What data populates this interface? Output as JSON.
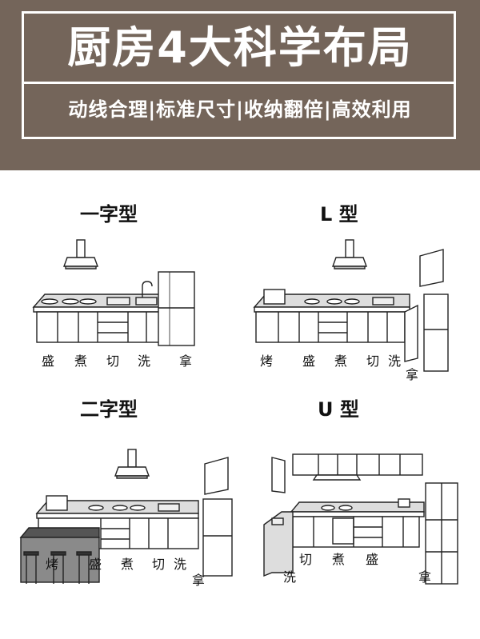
{
  "header": {
    "title": "厨房4大科学布局",
    "subtitle": "动线合理|标准尺寸|收纳翻倍|高效利用"
  },
  "panels": [
    {
      "title": "一字型",
      "labels": [
        "盛",
        "煮",
        "切",
        "洗",
        "拿"
      ]
    },
    {
      "title": "L 型",
      "labels": [
        "烤",
        "盛",
        "煮",
        "切",
        "洗",
        "拿"
      ]
    },
    {
      "title": "二字型",
      "labels": [
        "烤",
        "盛",
        "煮",
        "切",
        "洗",
        "拿"
      ]
    },
    {
      "title": "U 型",
      "labels": [
        "切",
        "煮",
        "盛",
        "洗",
        "拿"
      ]
    }
  ]
}
